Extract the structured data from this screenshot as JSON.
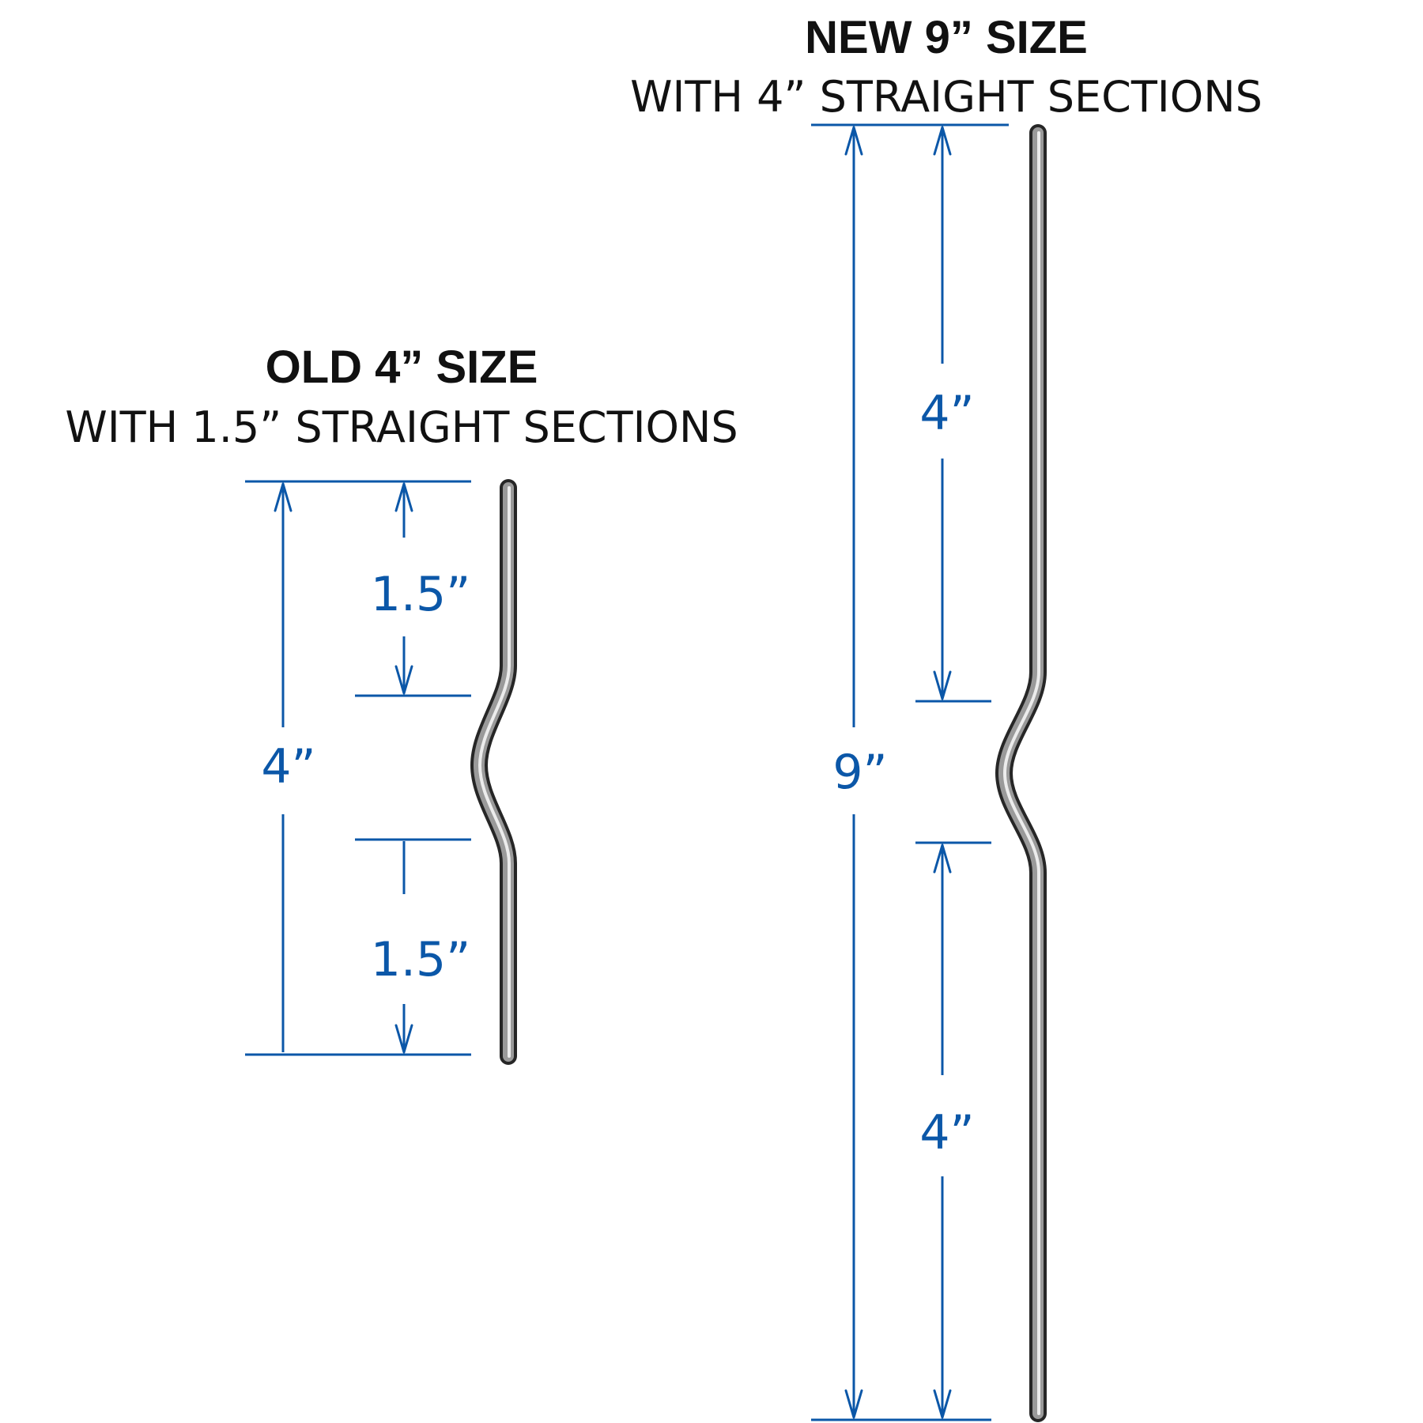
{
  "colors": {
    "dimension": "#0b57a8",
    "text": "#111111",
    "rod_dark": "#3a3a3a",
    "rod_mid": "#9a9a9a",
    "rod_light": "#e8e8e8"
  },
  "old": {
    "title": "OLD 4” SIZE",
    "subtitle": "WITH 1.5” STRAIGHT SECTIONS",
    "overall_label": "4”",
    "top_section_label": "1.5”",
    "bottom_section_label": "1.5”"
  },
  "new": {
    "title": "NEW 9” SIZE",
    "subtitle": "WITH 4” STRAIGHT SECTIONS",
    "overall_label": "9”",
    "top_section_label": "4”",
    "bottom_section_label": "4”"
  }
}
